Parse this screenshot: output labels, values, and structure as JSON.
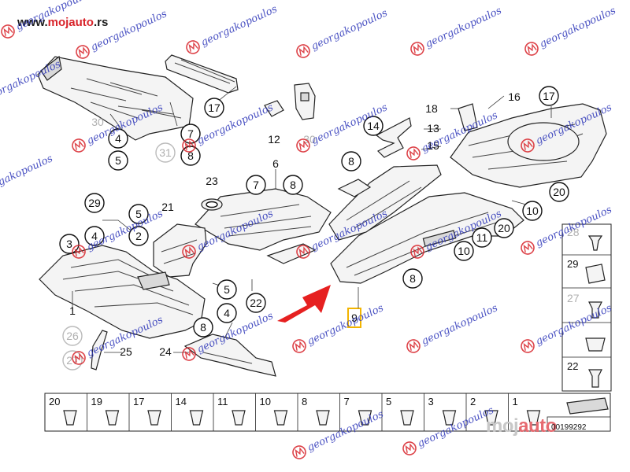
{
  "header": {
    "url_prefix": "www.",
    "url_brand": "mojauto",
    "url_suffix": ".rs"
  },
  "watermark": {
    "text": "georgakopoulos",
    "color": "#2a33b8",
    "logo_color": "#d8232a"
  },
  "callouts": {
    "c30": "30",
    "c17a": "17",
    "c4a": "4",
    "c5a": "5",
    "c7a": "7",
    "c8a": "8",
    "c31": "31",
    "c12": "12",
    "c30b": "30",
    "c14": "14",
    "c13": "13",
    "c15": "15",
    "c18": "18",
    "c16": "16",
    "c17b": "17",
    "c8b": "8",
    "c6": "6",
    "c7b": "7",
    "c8c": "8",
    "c23": "23",
    "c29": "29",
    "c21": "21",
    "c5b": "5",
    "c3": "3",
    "c4b": "4",
    "c2": "2",
    "c1": "1",
    "c5c": "5",
    "c4c": "4",
    "c22a": "22",
    "c8d": "8",
    "c26": "26",
    "c25": "25",
    "c27": "27",
    "c24": "24",
    "c20a": "20",
    "c10a": "10",
    "c20b": "20",
    "c11": "11",
    "c10b": "10",
    "c8e": "8",
    "c9": "9"
  },
  "fastener_strip": {
    "items": [
      "20",
      "19",
      "17",
      "14",
      "11",
      "10",
      "8",
      "7",
      "5",
      "3",
      "2",
      "1"
    ]
  },
  "fastener_column": {
    "items": [
      "28",
      "29",
      "27",
      "",
      "22"
    ]
  },
  "reference_code": "00199292",
  "logo": {
    "brand": "moj",
    "brand_accent": "auto"
  },
  "colors": {
    "arrow": "#e62020",
    "highlight_box": "#f2b400"
  }
}
